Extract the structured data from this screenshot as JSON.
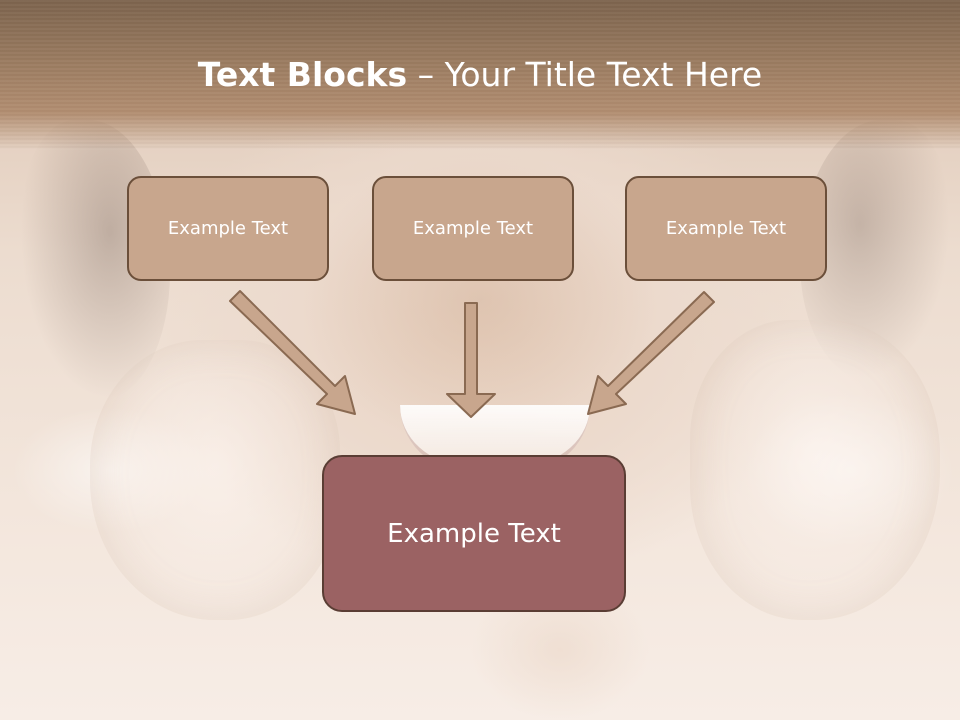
{
  "slide": {
    "title_bold": "Text Blocks",
    "title_separator": " – ",
    "title_rest": "Your Title Text Here"
  },
  "diagram": {
    "boxes": [
      {
        "label": "Example Text"
      },
      {
        "label": "Example Text"
      },
      {
        "label": "Example Text"
      }
    ],
    "result": {
      "label": "Example Text"
    }
  },
  "colors": {
    "box_fill": "#c8a68d",
    "box_border": "#6b4f3a",
    "result_fill": "#9b6263",
    "result_border": "#5a3d34",
    "arrow_fill": "#c8a68d",
    "arrow_stroke": "#8a6a52",
    "title_band": "#9a7b60",
    "title_text": "#ffffff"
  }
}
